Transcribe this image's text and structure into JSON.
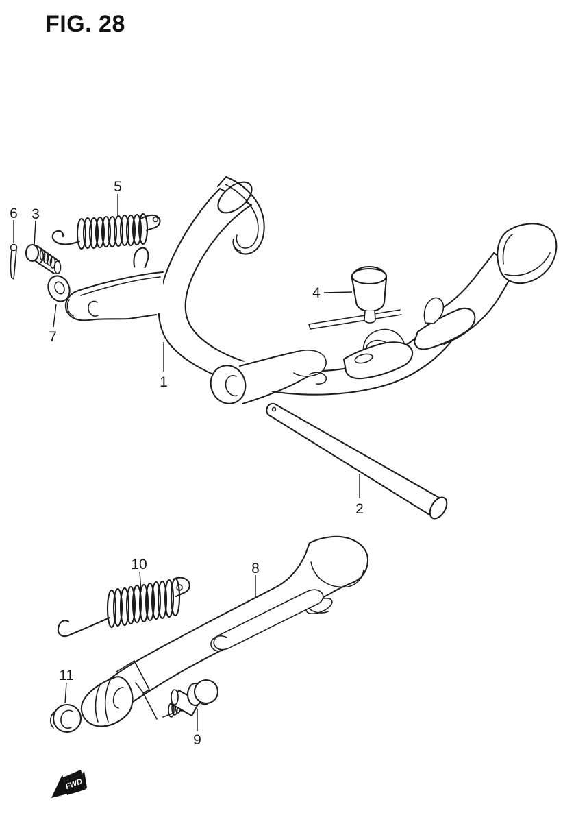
{
  "figure": {
    "title": "FIG. 28"
  },
  "direction_marker": {
    "label": "FWD"
  },
  "colors": {
    "line": "#1d1d1d",
    "background": "#ffffff",
    "label_text": "#161616"
  },
  "parts": [
    {
      "number": "1"
    },
    {
      "number": "2"
    },
    {
      "number": "3"
    },
    {
      "number": "4"
    },
    {
      "number": "5"
    },
    {
      "number": "6"
    },
    {
      "number": "7"
    },
    {
      "number": "8"
    },
    {
      "number": "9"
    },
    {
      "number": "10"
    },
    {
      "number": "11"
    }
  ]
}
